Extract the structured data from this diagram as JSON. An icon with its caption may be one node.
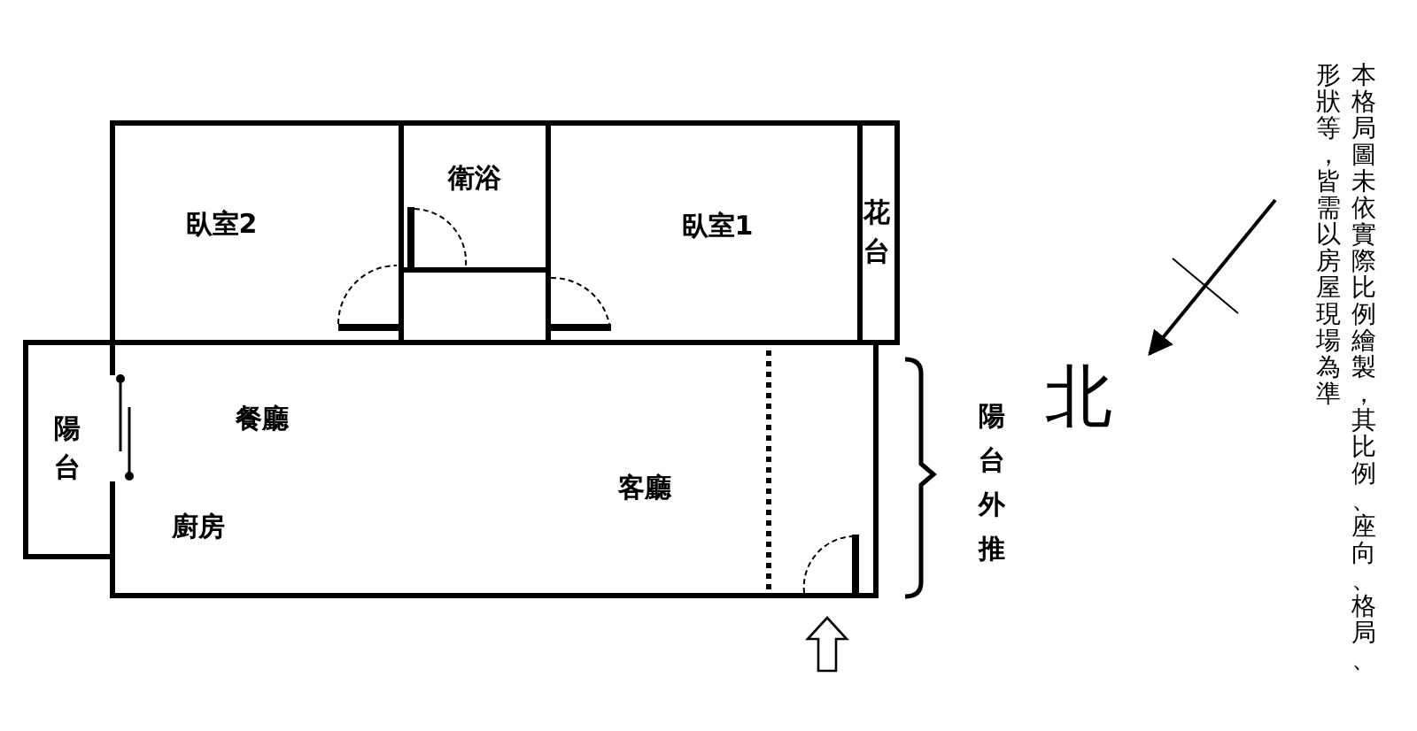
{
  "diagram": {
    "nodes": [
      {
        "text": [
          "臥室2"
        ]
      },
      {
        "text": [
          "衛浴"
        ]
      },
      {
        "text": [
          "臥室1"
        ]
      },
      {
        "text": [
          "花台"
        ]
      },
      {
        "text": [
          "陽台"
        ]
      },
      {
        "text": [
          "餐廳",
          "客廳",
          "廚房"
        ]
      }
    ],
    "labels": [
      "北",
      "陽台外推",
      "本格局圖未依實際比例繪製，其比例、座向、格局、形狀等，皆需以房屋現場為準"
    ]
  }
}
